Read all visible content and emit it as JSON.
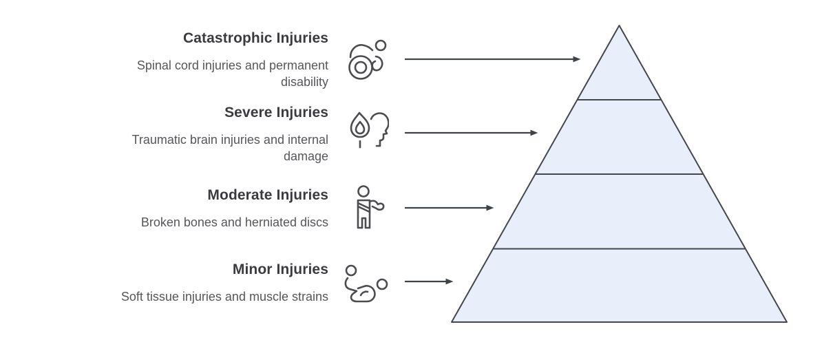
{
  "colors": {
    "background": "#ffffff",
    "pyramid_fill": "#e9eefb",
    "pyramid_stroke": "#43464b",
    "arrow": "#3f4347",
    "title_text": "#3a3a3f",
    "body_text": "#56565b",
    "icon": "#4b4b50"
  },
  "diagram": {
    "type": "pyramid",
    "levels": [
      {
        "title": "Catastrophic Injuries",
        "description": "Spinal cord injuries and permanent disability",
        "lines": [
          "Spinal cord injuries and permanent",
          "disability"
        ],
        "icon": "wheelchair-user-icon"
      },
      {
        "title": "Severe Injuries",
        "description": "Traumatic brain injuries and internal damage",
        "lines": [
          "Traumatic brain injuries and internal",
          "damage"
        ],
        "icon": "head-flame-icon"
      },
      {
        "title": "Moderate Injuries",
        "description": "Broken bones and herniated discs",
        "lines": [
          "Broken bones and herniated discs"
        ],
        "icon": "arm-sling-icon"
      },
      {
        "title": "Minor Injuries",
        "description": "Soft tissue injuries and muscle strains",
        "lines": [
          "Soft tissue injuries and muscle strains"
        ],
        "icon": "muscle-strain-icon"
      }
    ]
  }
}
